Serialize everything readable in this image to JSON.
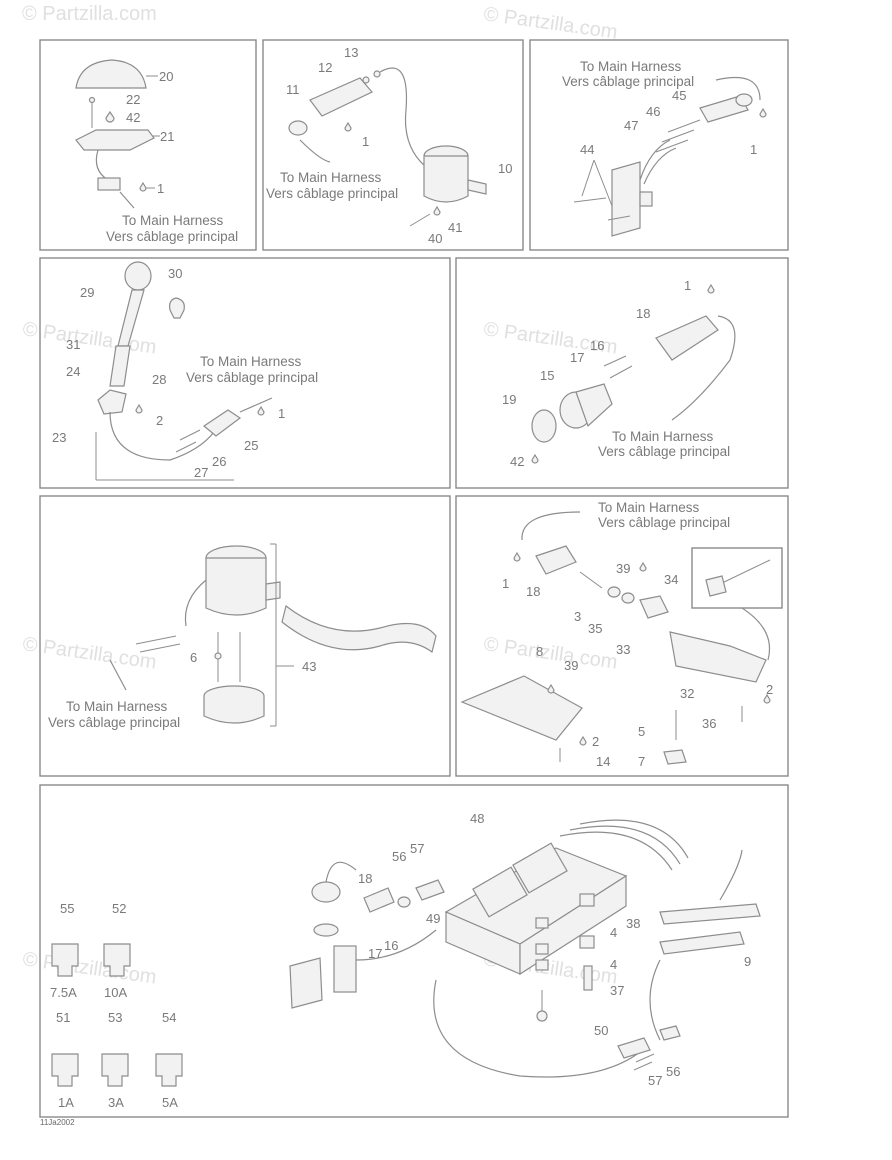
{
  "watermark": "© Partzilla.com",
  "figure_code": "11Ja2002",
  "harness_label_en": "To Main Harness",
  "harness_label_fr": "Vers câblage principal",
  "panel1": {
    "callouts": [
      "20",
      "22",
      "42",
      "21",
      "1"
    ]
  },
  "panel2": {
    "callouts": [
      "13",
      "12",
      "11",
      "1",
      "10",
      "41",
      "40"
    ]
  },
  "panel3": {
    "callouts": [
      "45",
      "46",
      "47",
      "44",
      "1"
    ]
  },
  "panel4": {
    "callouts": [
      "29",
      "30",
      "31",
      "24",
      "28",
      "2",
      "1",
      "23",
      "25",
      "26",
      "27"
    ]
  },
  "panel5": {
    "callouts": [
      "1",
      "18",
      "16",
      "17",
      "15",
      "19",
      "42"
    ]
  },
  "panel6": {
    "callouts": [
      "6",
      "43"
    ]
  },
  "panel7": {
    "callouts": [
      "1",
      "18",
      "39",
      "34",
      "3",
      "35",
      "33",
      "8",
      "39",
      "32",
      "2",
      "36",
      "5",
      "2",
      "14",
      "7"
    ]
  },
  "panel8": {
    "callouts": [
      "48",
      "57",
      "56",
      "18",
      "49",
      "16",
      "17",
      "38",
      "4",
      "4",
      "9",
      "37",
      "50",
      "56",
      "57"
    ],
    "fuses": [
      {
        "num": "55",
        "rating": "7.5A"
      },
      {
        "num": "52",
        "rating": "10A"
      },
      {
        "num": "51",
        "rating": "1A"
      },
      {
        "num": "53",
        "rating": "3A"
      },
      {
        "num": "54",
        "rating": "5A"
      }
    ]
  }
}
